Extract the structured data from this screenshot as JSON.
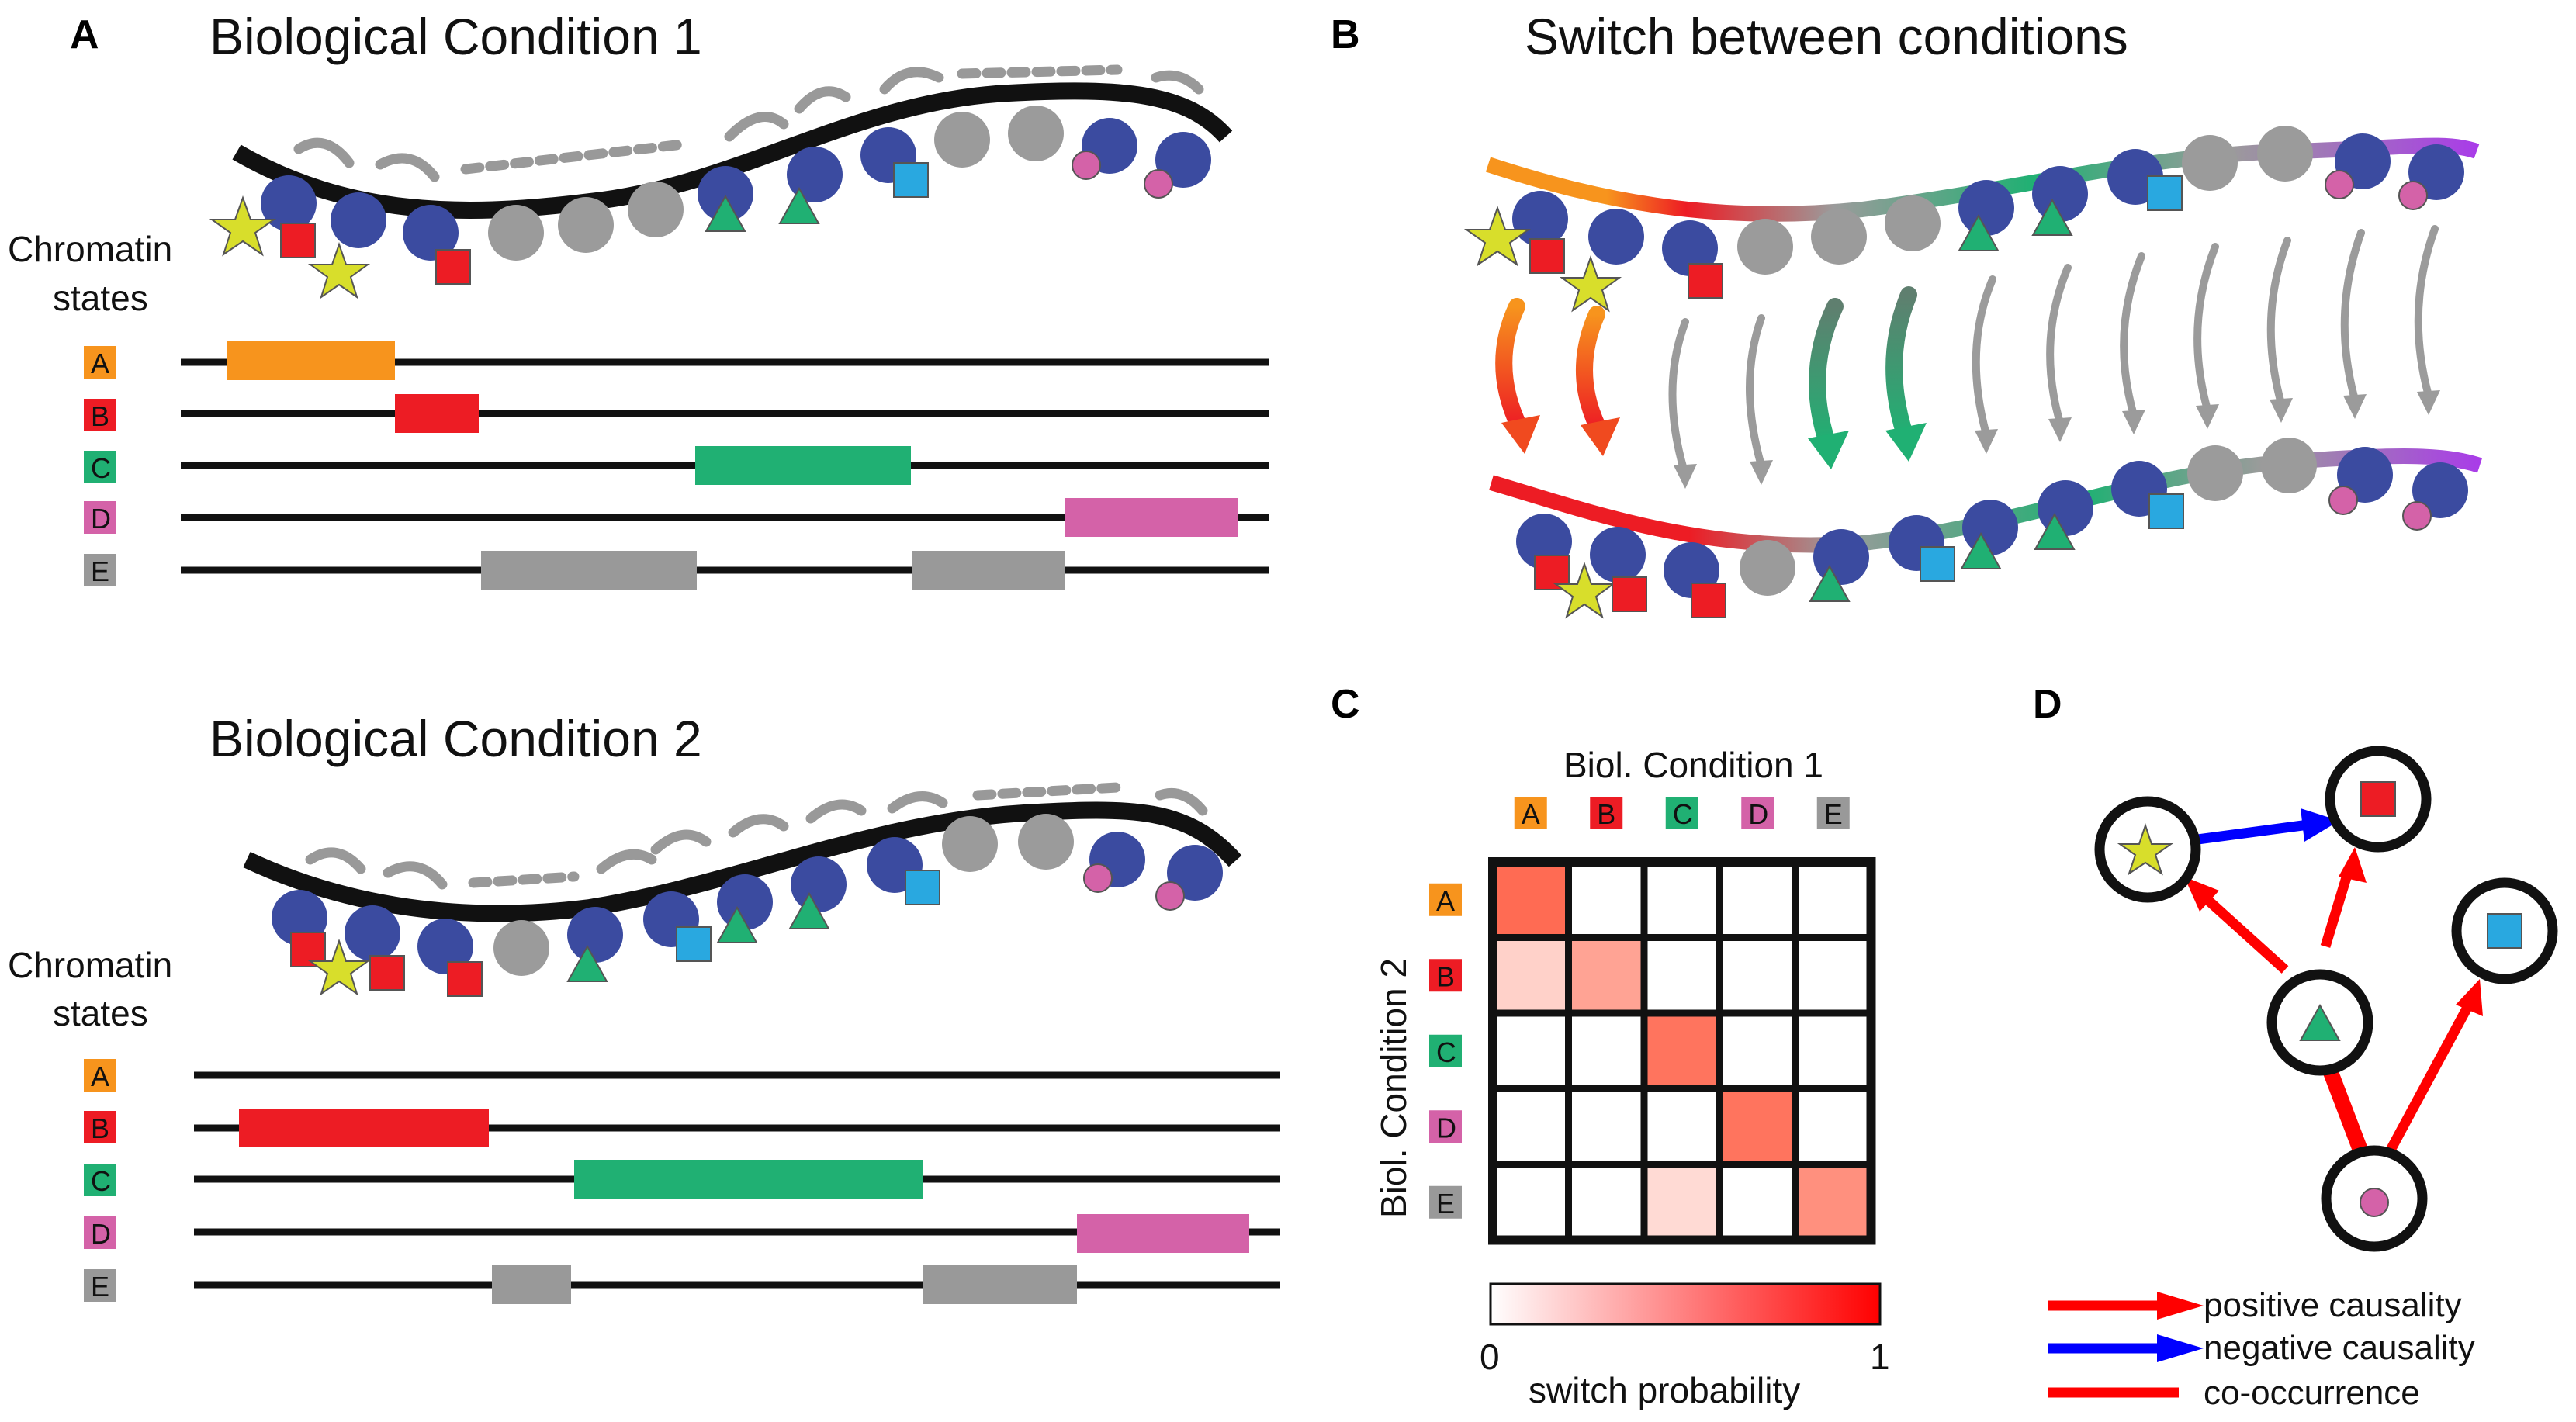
{
  "panels": {
    "a": {
      "letter": "A",
      "title_condition1": "Biological Condition 1",
      "title_condition2": "Biological Condition 2",
      "side_label_line1": "Chromatin",
      "side_label_line2": "states"
    },
    "b": {
      "letter": "B",
      "title": "Switch between conditions"
    },
    "c": {
      "letter": "C",
      "col_axis_label": "Biol. Condition 1",
      "row_axis_label": "Biol. Condition 2",
      "colorbar_min": "0",
      "colorbar_max": "1",
      "colorbar_label": "switch probability"
    },
    "d": {
      "letter": "D"
    }
  },
  "states": [
    {
      "letter": "A",
      "color": "#F7941D"
    },
    {
      "letter": "B",
      "color": "#ED1C24"
    },
    {
      "letter": "C",
      "color": "#20B073"
    },
    {
      "letter": "D",
      "color": "#D462A8"
    },
    {
      "letter": "E",
      "color": "#999999"
    }
  ],
  "switch_matrix": [
    [
      0.8,
      0,
      0,
      0,
      0
    ],
    [
      0.25,
      0.5,
      0,
      0,
      0
    ],
    [
      0,
      0,
      0.75,
      0,
      0
    ],
    [
      0,
      0,
      0,
      0.75,
      0
    ],
    [
      0,
      0,
      0.2,
      0,
      0.6
    ]
  ],
  "legend": {
    "positive": "positive causality",
    "negative": "negative causality",
    "cooccurrence": "co-occurrence",
    "positive_color": "#FF0000",
    "negative_color": "#0000FF"
  },
  "marker_colors": {
    "nucleosome": "#3B4BA0",
    "empty_nucleosome": "#9B9B9B",
    "star": "#D8DE2B",
    "red_square": "#ED1C24",
    "blue_square": "#29A8E0",
    "green_triangle": "#20B073",
    "pink_circle": "#D462A8"
  }
}
